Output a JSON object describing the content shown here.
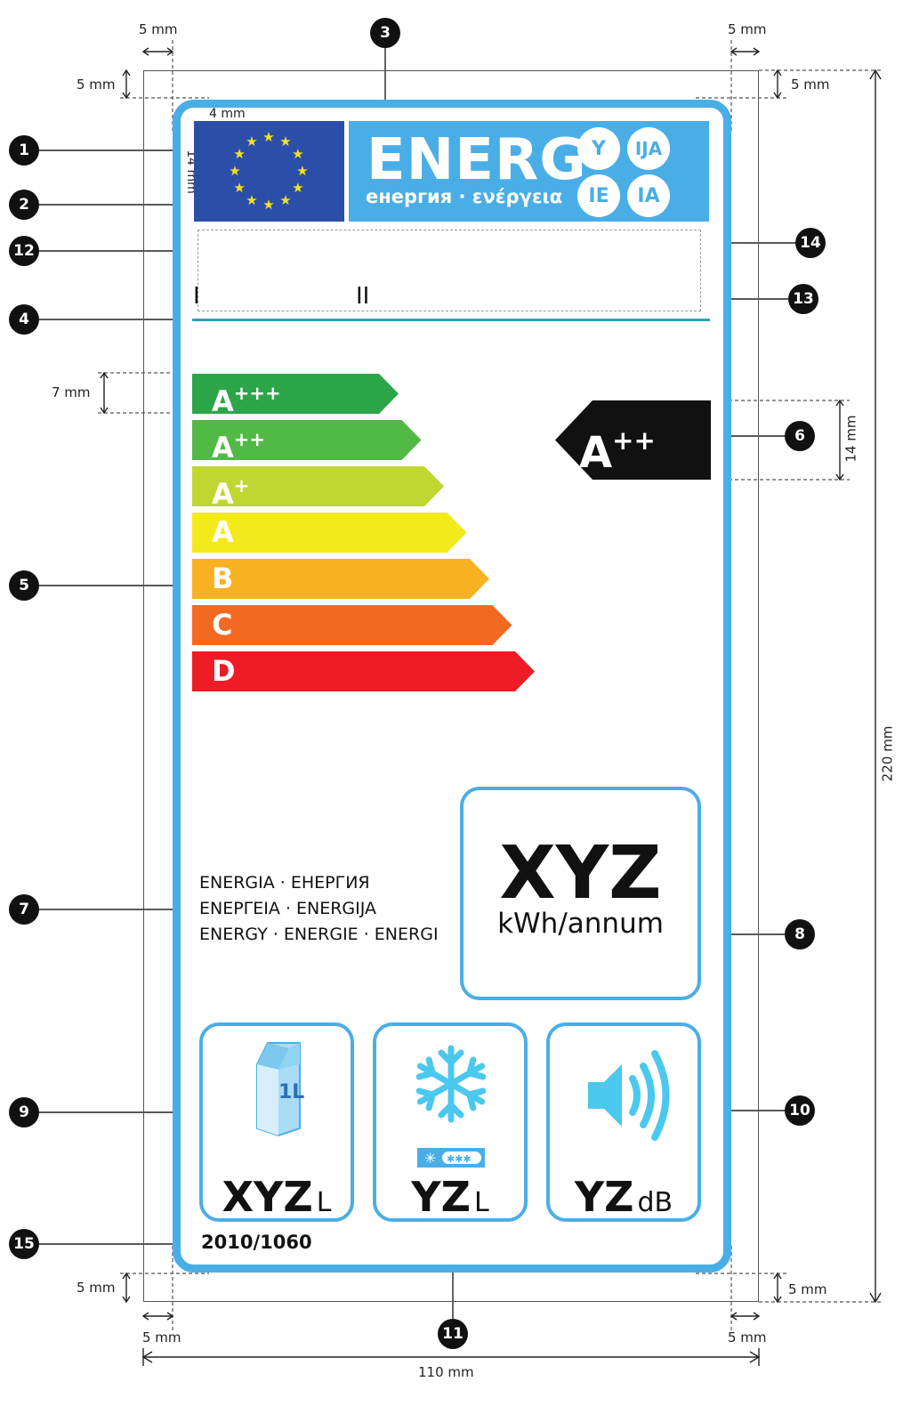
{
  "dimensions": {
    "margin_top_left": "5 mm",
    "margin_top_right": "5 mm",
    "margin_left_top": "5 mm",
    "margin_right_top": "5 mm",
    "margin_left_bottom": "5 mm",
    "margin_right_bottom": "5 mm",
    "margin_bottom_left": "5 mm",
    "margin_bottom_right": "5 mm",
    "flag_offset": "4 mm",
    "flag_height": "14 mm",
    "class_bar_height": "7 mm",
    "indicator_height": "14 mm",
    "total_height": "220 mm",
    "total_width": "110 mm"
  },
  "callouts": [
    "1",
    "2",
    "3",
    "4",
    "5",
    "6",
    "7",
    "8",
    "9",
    "10",
    "11",
    "12",
    "13",
    "14",
    "15"
  ],
  "header": {
    "energy_word": "ENERG",
    "subtitle": "енергия · ενέργεια",
    "suffixes": [
      "Y",
      "IJA",
      "IE",
      "IA"
    ]
  },
  "supplier_fields": {
    "field_1": "I",
    "field_2": "II"
  },
  "energy_scale": {
    "classes": [
      {
        "base": "A",
        "sup": "+++",
        "color": "#2ca548"
      },
      {
        "base": "A",
        "sup": "++",
        "color": "#52b947"
      },
      {
        "base": "A",
        "sup": "+",
        "color": "#bfd730"
      },
      {
        "base": "A",
        "sup": "",
        "color": "#f3ea1c"
      },
      {
        "base": "B",
        "sup": "",
        "color": "#f8b121"
      },
      {
        "base": "C",
        "sup": "",
        "color": "#f26a21"
      },
      {
        "base": "D",
        "sup": "",
        "color": "#ee1c25"
      }
    ],
    "indicator": {
      "base": "A",
      "sup": "++",
      "color": "#111111"
    }
  },
  "multilingual_text": [
    "ENERGIA · ЕНЕРГИЯ",
    "ΕΝΕΡΓΕΙΑ · ENERGIJA",
    "ENERGY · ENERGIE · ENERGI"
  ],
  "annual_consumption": {
    "value": "XYZ",
    "unit": "kWh/annum"
  },
  "volumes": {
    "fresh": {
      "value": "XYZ",
      "unit": "L",
      "icon_text": "1L"
    },
    "frozen": {
      "value": "YZ",
      "unit": "L"
    },
    "noise": {
      "value": "YZ",
      "unit": "dB"
    }
  },
  "regulation": "2010/1060",
  "colors": {
    "label_blue": "#4aaee6",
    "flag_blue": "#2b4fa8",
    "star_yellow": "#f5e11d",
    "teal_line": "#2c9fb8"
  },
  "icons": [
    "eu-flag-icon",
    "milk-carton-icon",
    "snowflake-icon",
    "freezer-stars-icon",
    "speaker-icon"
  ]
}
